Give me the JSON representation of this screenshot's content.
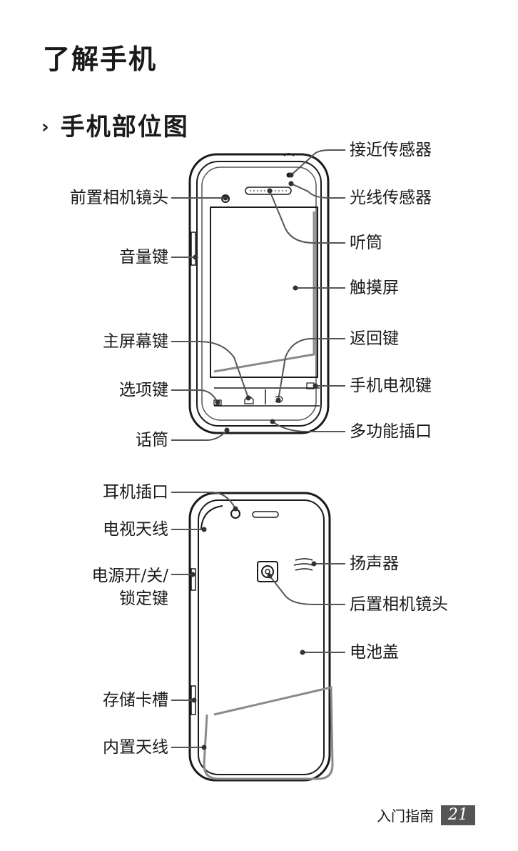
{
  "page": {
    "title": "了解手机",
    "section_title": "手机部位图",
    "section_marker": "›"
  },
  "front": {
    "labels": {
      "proximity_sensor": "接近传感器",
      "front_camera": "前置相机镜头",
      "light_sensor": "光线传感器",
      "earpiece": "听筒",
      "volume_key": "音量键",
      "touchscreen": "触摸屏",
      "home_key": "主屏幕键",
      "back_key": "返回键",
      "menu_key": "选项键",
      "tv_key": "手机电视键",
      "microphone": "话筒",
      "multifunction_jack": "多功能插口"
    }
  },
  "back": {
    "labels": {
      "headset_jack": "耳机插口",
      "tv_antenna": "电视天线",
      "speaker": "扬声器",
      "power_key_line1": "电源开/关/",
      "power_key_line2": "锁定键",
      "rear_camera": "后置相机镜头",
      "battery_cover": "电池盖",
      "memory_card_slot": "存储卡槽",
      "internal_antenna": "内置天线"
    }
  },
  "footer": {
    "text": "入门指南",
    "page_number": "21"
  }
}
